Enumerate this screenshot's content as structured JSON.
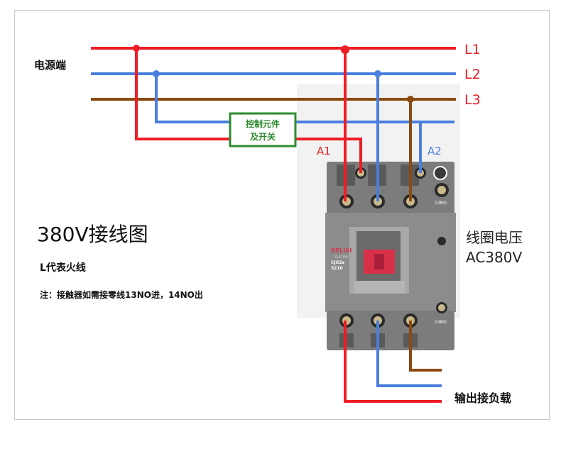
{
  "colors": {
    "line1": "#ee1c25",
    "line2": "#4a7fe0",
    "line3": "#8b4a10",
    "box_border": "#2e8b2e",
    "box_text": "#2e8b2e",
    "contactor_body": "#8a8a8a",
    "contactor_dark": "#5e5e5e",
    "window_red": "#d9304a"
  },
  "labels": {
    "power_source": "电源端",
    "L1": "L1",
    "L2": "L2",
    "L3": "L3",
    "control_line1": "控制元件",
    "control_line2": "及开关",
    "A1": "A1",
    "A2": "A2",
    "coil_voltage_line1": "线圈电压",
    "coil_voltage_line2": "AC380V",
    "title": "380V接线图",
    "live_note": "L代表火线",
    "footnote": "注：接触器如需接零线13NO进，14NO出",
    "output_load": "输出接负载",
    "no13": "13NO",
    "no14": "14NO",
    "brand": "DELIXI",
    "brand_sub": "ELECTRIC",
    "model": "CJX2s",
    "model_num": "3210"
  }
}
